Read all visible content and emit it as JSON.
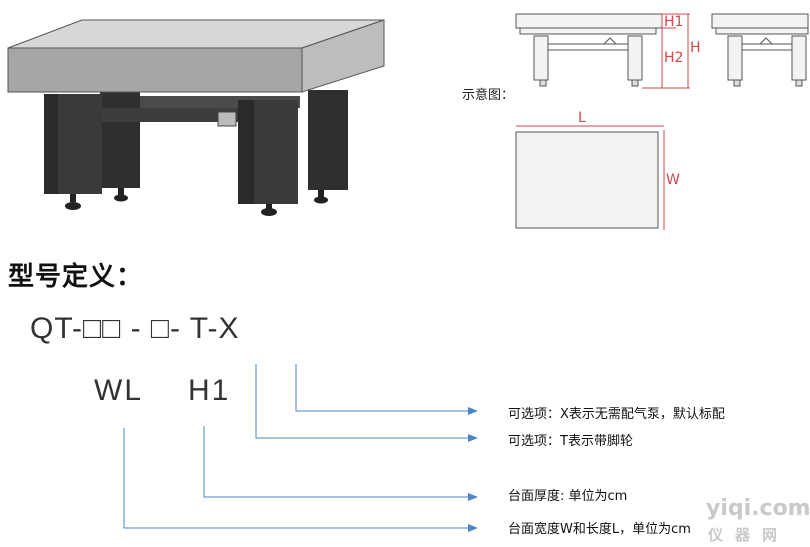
{
  "figure": {
    "schematic_label": "示意图：",
    "dimensions": {
      "h1": "H1",
      "h2": "H2",
      "h": "H",
      "l": "L",
      "w": "W"
    }
  },
  "model": {
    "heading": "型号定义：",
    "code": "QT-□□ - □- T-X",
    "sub_wl": "WL",
    "sub_h1": "H1"
  },
  "options": [
    {
      "text": "可选项：X表示无需配气泵，默认标配"
    },
    {
      "text": "可选项：T表示带脚轮"
    },
    {
      "text": "台面厚度: 单位为cm"
    },
    {
      "text": "台面宽度W和长度L，单位为cm"
    }
  ],
  "watermark": {
    "site": "yiqi.com",
    "cn": "仪器网"
  },
  "colors": {
    "arrow": "#4a86c8",
    "line": "#d04848",
    "table_top": "#cfcfcf",
    "leg": "#3a3a3a"
  }
}
